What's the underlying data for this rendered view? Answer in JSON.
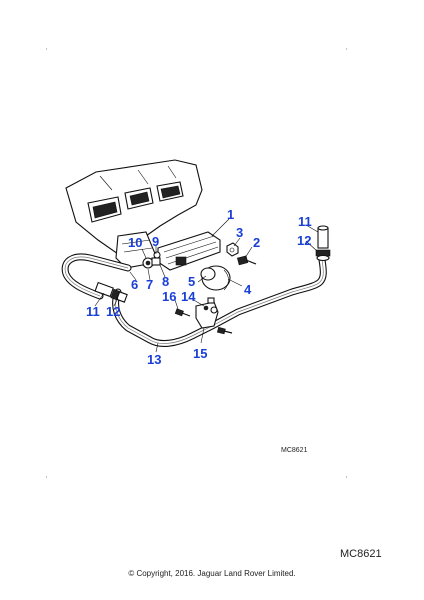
{
  "diagram": {
    "callouts": [
      {
        "label": "1"
      },
      {
        "label": "2"
      },
      {
        "label": "3"
      },
      {
        "label": "4"
      },
      {
        "label": "5"
      },
      {
        "label": "6"
      },
      {
        "label": "7"
      },
      {
        "label": "8"
      },
      {
        "label": "9"
      },
      {
        "label": "10"
      },
      {
        "label": "11"
      },
      {
        "label": "12"
      },
      {
        "label": "13"
      },
      {
        "label": "14"
      },
      {
        "label": "15"
      },
      {
        "label": "16"
      },
      {
        "label": "11"
      },
      {
        "label": "12"
      }
    ]
  },
  "drawing_ref_small": "MC8621",
  "drawing_ref": "MC8621",
  "copyright": "© Copyright, 2016. Jaguar Land Rover Limited."
}
